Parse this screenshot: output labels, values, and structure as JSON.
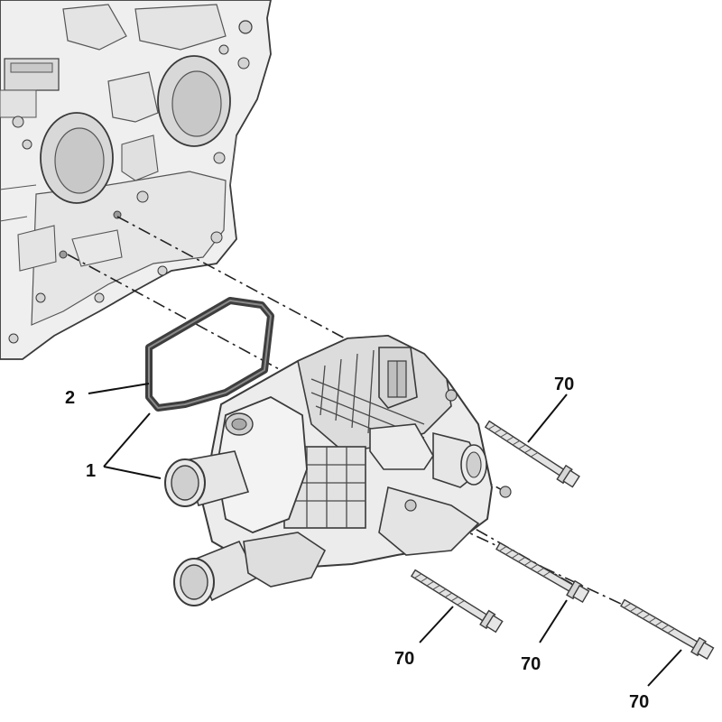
{
  "diagram": {
    "parts": [
      {
        "id": "engine-block",
        "callout": ""
      },
      {
        "id": "gasket",
        "callout": "2"
      },
      {
        "id": "thermostat-housing",
        "callout": "1"
      },
      {
        "id": "bolt",
        "callout": "70"
      }
    ],
    "callouts": {
      "gasket": "2",
      "housing": "1",
      "bolt_upper": "70",
      "bolt_lower_left": "70",
      "bolt_lower_mid": "70",
      "bolt_lower_right": "70"
    },
    "colors": {
      "line": "#3a3a3a",
      "fill_light": "#efefef",
      "fill_mid": "#dcdcdc",
      "fill_dark": "#c4c4c4",
      "gasket": "#4a4a4a"
    }
  }
}
